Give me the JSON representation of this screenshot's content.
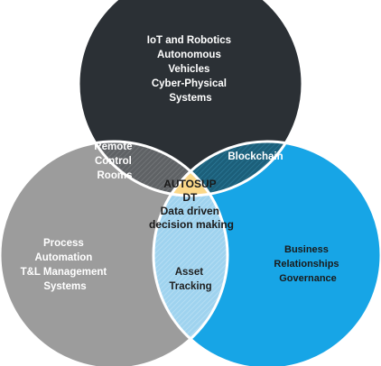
{
  "circles": {
    "top": {
      "lines": [
        "IoT and Robotics",
        "Autonomous",
        "Vehicles",
        "Cyber-Physical",
        "Systems"
      ],
      "color": "#2b3035"
    },
    "left": {
      "lines": [
        "Process",
        "Automation",
        "T&L Management",
        "Systems"
      ],
      "color": "#9c9c9c"
    },
    "right": {
      "lines": [
        "Business",
        "Relationships",
        "Governance"
      ],
      "color": "#17a5e6"
    }
  },
  "overlaps": {
    "top_left": {
      "lines": [
        "Remote",
        "Control",
        "Rooms"
      ],
      "color": "#5f6265"
    },
    "top_right": {
      "lines": [
        "Blockchain"
      ],
      "color": "#1c5f7a"
    },
    "left_right": {
      "lines": [
        "Asset",
        "Tracking"
      ],
      "color": "#9fd3ef"
    },
    "center": {
      "lines": [
        "AUTOSUP",
        "DT",
        "Data driven",
        "decision making"
      ],
      "color": "#fbd889"
    }
  },
  "colors": {
    "outline": "#ffffff"
  }
}
